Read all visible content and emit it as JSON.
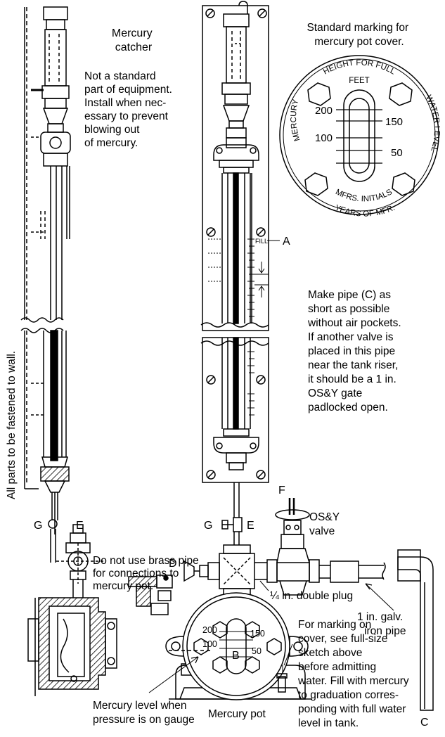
{
  "notes": {
    "catcher_title": [
      "Mercury",
      "catcher"
    ],
    "catcher_note": [
      "Not a standard",
      "part of equipment.",
      "Install when nec-",
      "essary to prevent",
      "blowing out",
      "of mercury."
    ],
    "cover_title": [
      "Standard marking for",
      "mercury pot cover."
    ],
    "pipe_note": [
      "Make pipe (C) as",
      "short as possible",
      "without air pockets.",
      "If another valve is",
      "placed in this pipe",
      "near the tank riser,",
      "it should be a 1 in.",
      "OS&Y gate",
      "padlocked open."
    ],
    "wall_note": "All parts to be fastened to wall.",
    "brass_note": [
      "Do not use brass pipe",
      "for connections to",
      "mercury pot."
    ],
    "plug_note": "¼ in. double plug",
    "iron_pipe": [
      "1 in. galv.",
      "iron pipe"
    ],
    "marking_note": [
      "For marking on",
      "cover, see full-size",
      "sketch above",
      "before admitting",
      "water.  Fill with mercury",
      "to graduation corres-",
      "ponding with full water",
      "level in tank."
    ],
    "level_note": [
      "Mercury level when",
      "pressure is on gauge"
    ],
    "pot_label": "Mercury pot",
    "osy_valve": [
      "OS&Y",
      "valve"
    ]
  },
  "dial": {
    "top_arc": "HEIGHT FOR FULL",
    "feet": "FEET",
    "left_arc": "MERCURY",
    "right_arc": "WATER LEVEL",
    "bottom_arc1": "MFRS. INITIALS",
    "bottom_arc2": "YEARS OF MFR.",
    "n200": "200",
    "n150": "150",
    "n100": "100",
    "n50": "50"
  },
  "pot_cover": {
    "n200": "200",
    "n150": "150",
    "n100": "100",
    "n50": "50",
    "b": "B"
  },
  "letters": {
    "a": "A",
    "c": "C",
    "d": "D",
    "e1": "E",
    "e2": "E",
    "f": "F",
    "g1": "G",
    "g2": "G",
    "fill": "FILL"
  }
}
